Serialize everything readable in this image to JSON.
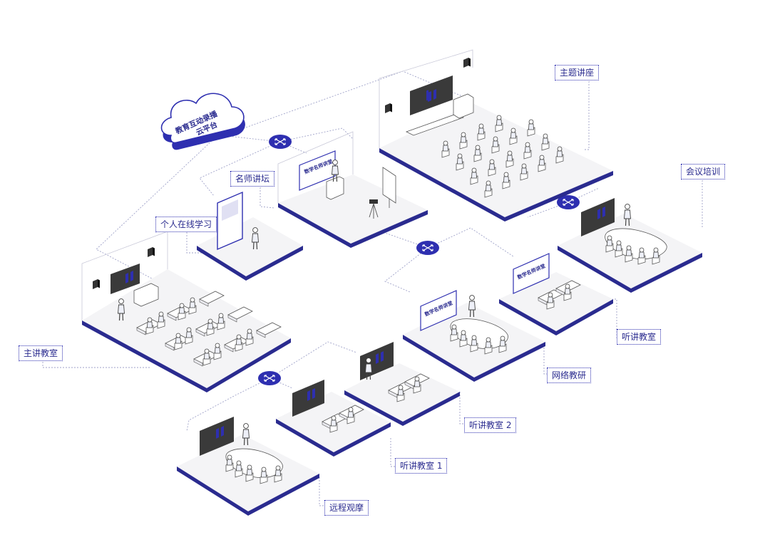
{
  "colors": {
    "primary": "#2e2fb0",
    "floor": "#f4f4f6",
    "edge": "#2a2b8f",
    "line": "#9fa2c9"
  },
  "cloud": {
    "line1": "教育互动录播",
    "line2": "云平台"
  },
  "screen_banner": "数学名师讲堂",
  "labels": {
    "zhuti": "主题讲座",
    "huiyi": "会议培训",
    "mingshi": "名师讲坛",
    "geren": "个人在线学习",
    "zhujiang": "主讲教室",
    "tingjiang": "听讲教室",
    "wangluo": "网络教研",
    "tingjiang2": "听讲教室 2",
    "tingjiang1": "听讲教室 1",
    "yuancheng": "远程观摩"
  },
  "icons": [
    "network-hub-icon",
    "speaker-icon",
    "camera-icon",
    "lectern-icon",
    "smartboard-icon"
  ]
}
